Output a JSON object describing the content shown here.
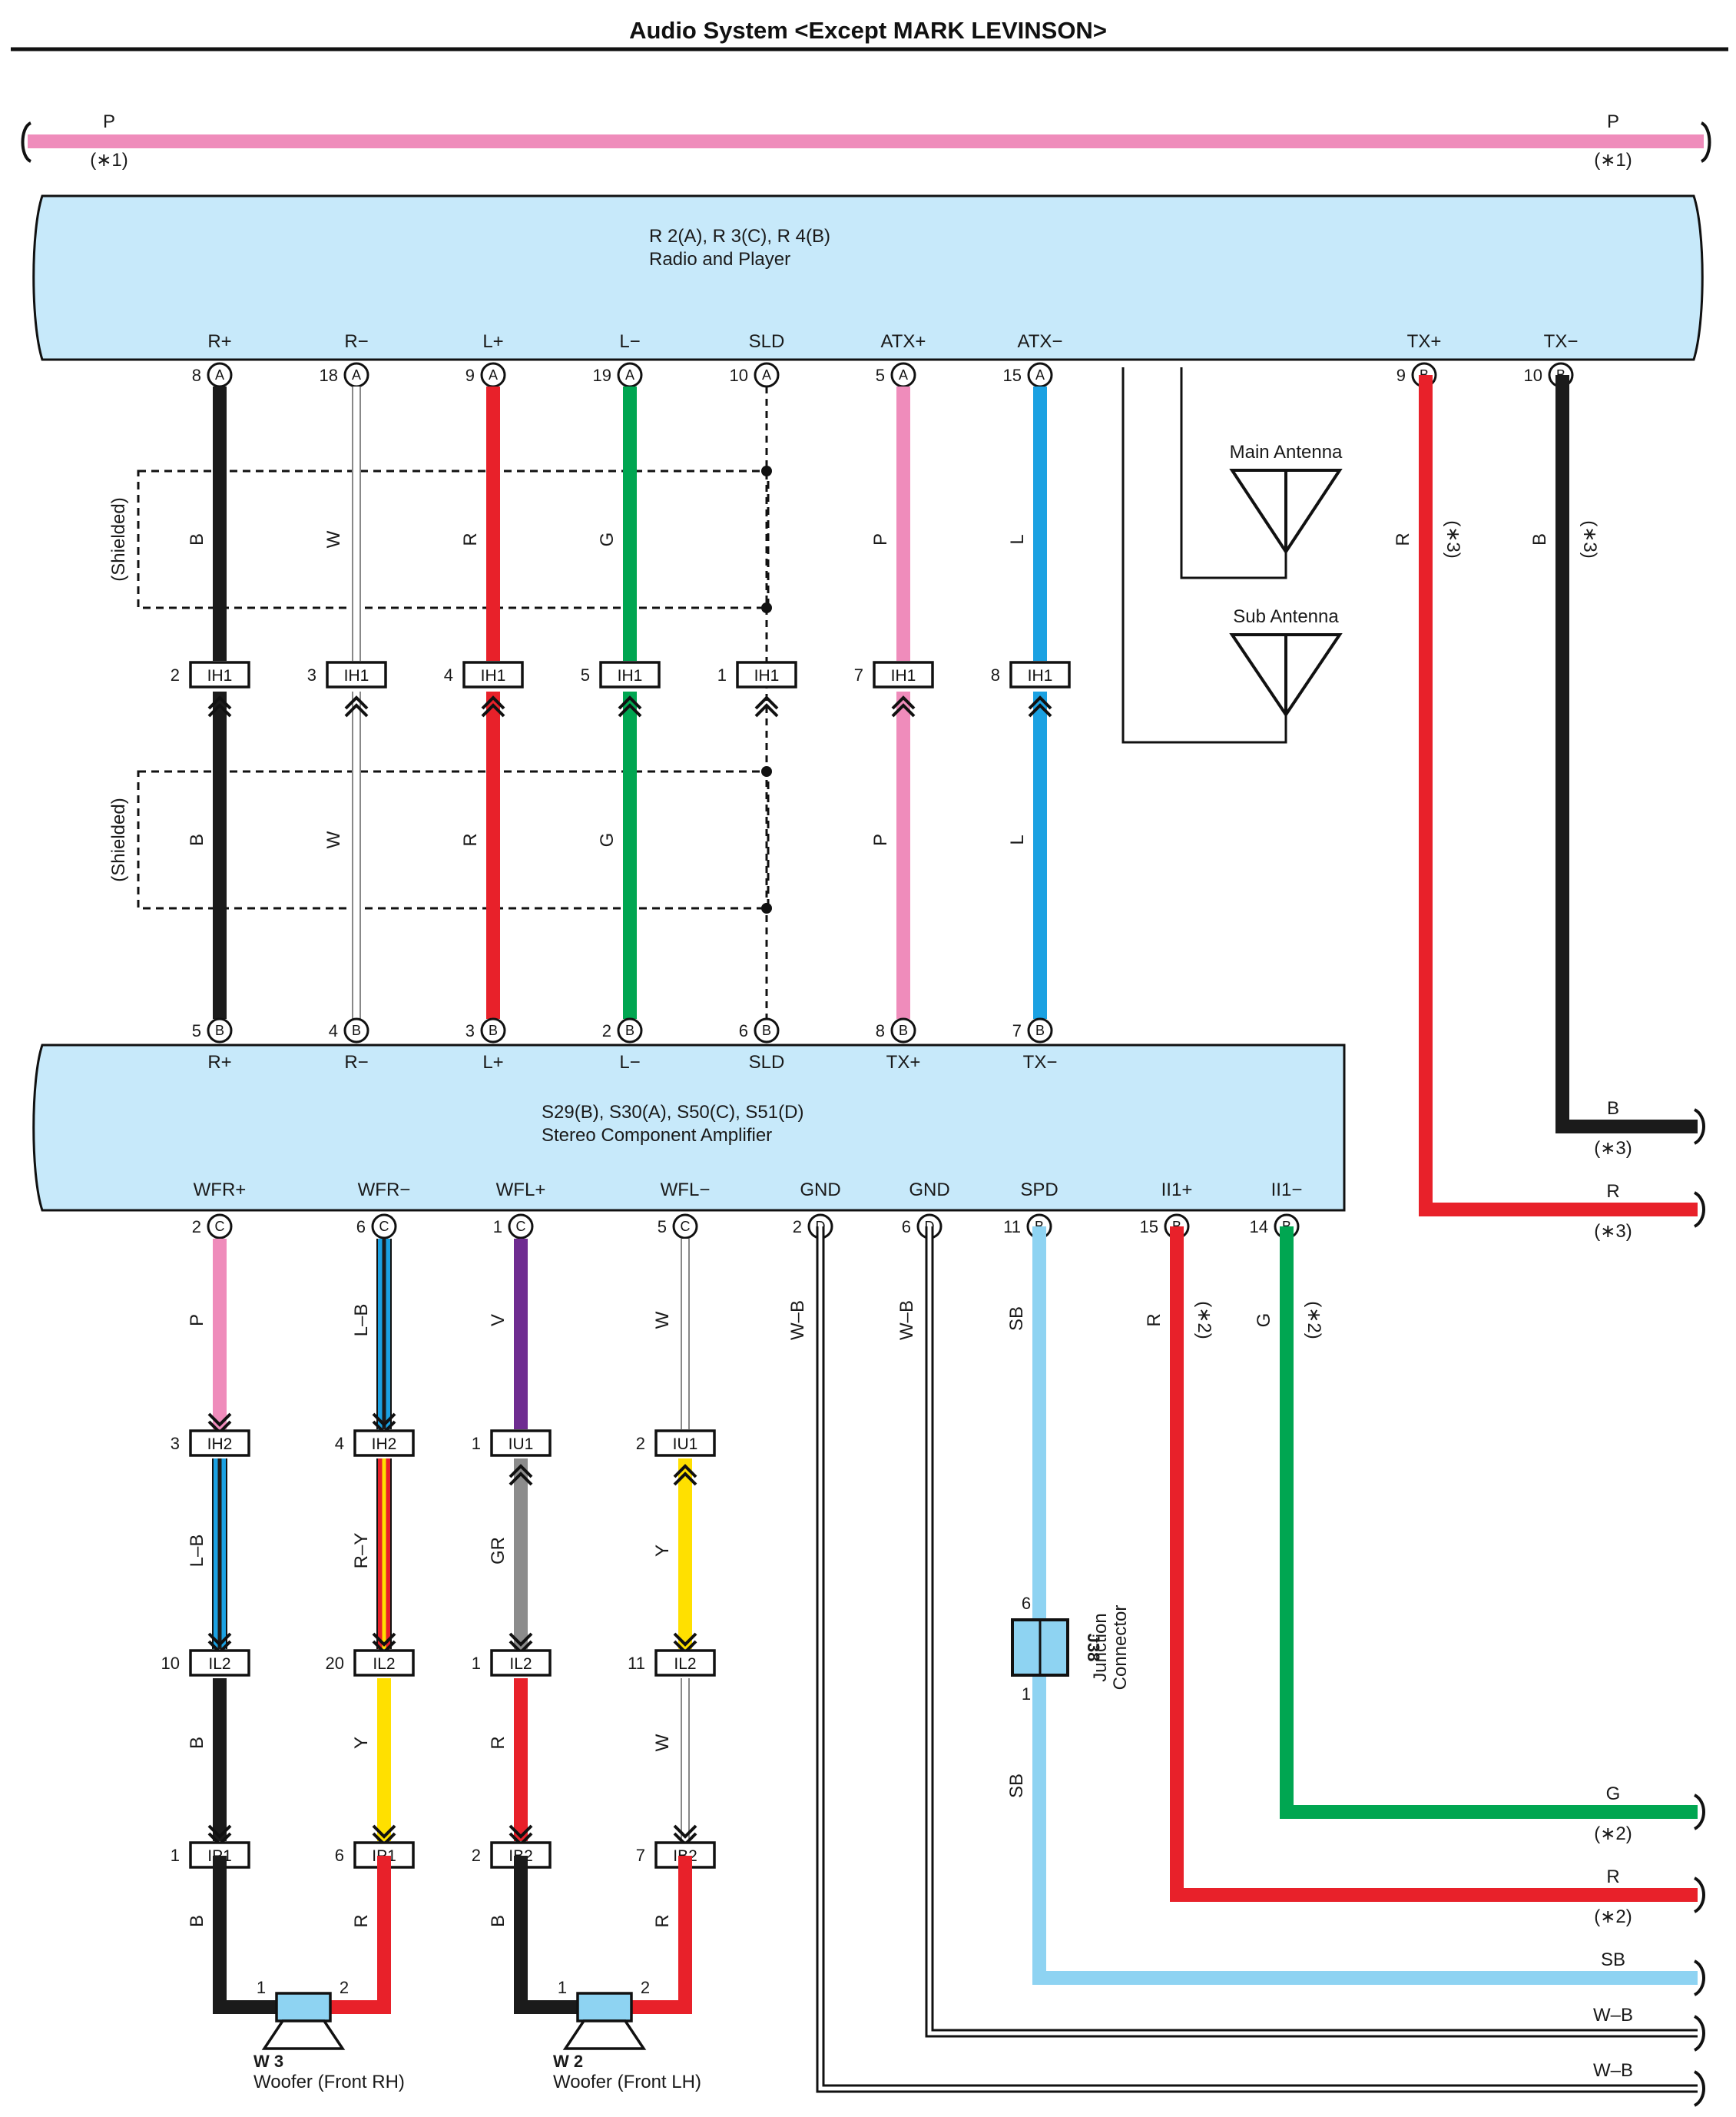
{
  "title": "Audio System <Except MARK LEVINSON>",
  "colors": {
    "P": "#ef8cbb",
    "B": "#1b1b1b",
    "W": "#ffffff",
    "R": "#e8212a",
    "G": "#00a651",
    "L": "#1ba1e2",
    "V": "#6f2c91",
    "Y": "#ffe000",
    "GR": "#8c8c8c",
    "SB": "#8ed3f2",
    "box_fill": "#c7e9fa"
  },
  "top_wire": {
    "left_label": "P",
    "left_note": "(∗1)",
    "right_label": "P",
    "right_note": "(∗1)"
  },
  "radio": {
    "code": "R 2(A), R 3(C), R 4(B)",
    "name": "Radio and Player",
    "terminals": [
      {
        "name": "R+",
        "pin": "8",
        "conn": "A"
      },
      {
        "name": "R−",
        "pin": "18",
        "conn": "A"
      },
      {
        "name": "L+",
        "pin": "9",
        "conn": "A"
      },
      {
        "name": "L−",
        "pin": "19",
        "conn": "A"
      },
      {
        "name": "SLD",
        "pin": "10",
        "conn": "A"
      },
      {
        "name": "ATX+",
        "pin": "5",
        "conn": "A"
      },
      {
        "name": "ATX−",
        "pin": "15",
        "conn": "A"
      },
      {
        "name": "TX+",
        "pin": "9",
        "conn": "B"
      },
      {
        "name": "TX−",
        "pin": "10",
        "conn": "B"
      }
    ]
  },
  "antennas": {
    "main": "Main Antenna",
    "sub": "Sub Antenna"
  },
  "shielded_label": "(Shielded)",
  "ih1": {
    "name": "IH1",
    "pins": [
      "2",
      "3",
      "4",
      "5",
      "1",
      "7",
      "8"
    ],
    "wire_colors": [
      "B",
      "W",
      "R",
      "G",
      "",
      "P",
      "L"
    ]
  },
  "tx_wires": {
    "tx_plus_color": "R",
    "tx_plus_note": "(∗3)",
    "tx_minus_color": "B",
    "tx_minus_note": "(∗3)"
  },
  "amplifier": {
    "code": "S29(B), S30(A), S50(C), S51(D)",
    "name": "Stereo Component Amplifier",
    "top_terminals": [
      {
        "name": "R+",
        "pin": "5",
        "conn": "B"
      },
      {
        "name": "R−",
        "pin": "4",
        "conn": "B"
      },
      {
        "name": "L+",
        "pin": "3",
        "conn": "B"
      },
      {
        "name": "L−",
        "pin": "2",
        "conn": "B"
      },
      {
        "name": "SLD",
        "pin": "6",
        "conn": "B"
      },
      {
        "name": "TX+",
        "pin": "8",
        "conn": "B"
      },
      {
        "name": "TX−",
        "pin": "7",
        "conn": "B"
      }
    ],
    "bottom_terminals": [
      {
        "name": "WFR+",
        "pin": "2",
        "conn": "C"
      },
      {
        "name": "WFR−",
        "pin": "6",
        "conn": "C"
      },
      {
        "name": "WFL+",
        "pin": "1",
        "conn": "C"
      },
      {
        "name": "WFL−",
        "pin": "5",
        "conn": "C"
      },
      {
        "name": "GND",
        "pin": "2",
        "conn": "D"
      },
      {
        "name": "GND",
        "pin": "6",
        "conn": "D"
      },
      {
        "name": "SPD",
        "pin": "11",
        "conn": "B"
      },
      {
        "name": "II1+",
        "pin": "15",
        "conn": "B"
      },
      {
        "name": "II1−",
        "pin": "14",
        "conn": "B"
      }
    ]
  },
  "woofer_chain": [
    {
      "seg1": "P",
      "c1": "IH2",
      "p1": "3",
      "seg2": "L–B",
      "c2": "IL2",
      "p2": "10",
      "seg3": "B",
      "c3": "IP1",
      "p3": "1",
      "seg4": "B"
    },
    {
      "seg1": "L–B",
      "c1": "IH2",
      "p1": "4",
      "seg2": "R–Y",
      "c2": "IL2",
      "p2": "20",
      "seg3": "Y",
      "c3": "IP1",
      "p3": "6",
      "seg4": "R"
    },
    {
      "seg1": "V",
      "c1": "IU1",
      "p1": "1",
      "seg2": "GR",
      "c2": "IL2",
      "p2": "1",
      "seg3": "R",
      "c3": "IB2",
      "p3": "2",
      "seg4": "B"
    },
    {
      "seg1": "W",
      "c1": "IU1",
      "p1": "2",
      "seg2": "Y",
      "c2": "IL2",
      "p2": "11",
      "seg3": "W",
      "c3": "IB2",
      "p3": "7",
      "seg4": "R"
    }
  ],
  "woofers": [
    {
      "code": "W 3",
      "name": "Woofer (Front RH)",
      "pin1": "1",
      "pin2": "2"
    },
    {
      "code": "W 2",
      "name": "Woofer (Front LH)",
      "pin1": "1",
      "pin2": "2"
    }
  ],
  "right_side": {
    "gnd1_color": "W–B",
    "gnd2_color": "W–B",
    "spd_color_top": "SB",
    "spd_color_bottom": "SB",
    "junction": {
      "code": "J38",
      "name1": "Junction",
      "name2": "Connector",
      "pin_top": "6",
      "pin_bottom": "1"
    },
    "ii_plus_color": "R",
    "ii_plus_note": "(∗2)",
    "ii_minus_color": "G",
    "ii_minus_note": "(∗2)"
  },
  "right_exits": [
    {
      "label": "B",
      "note": "(∗3)"
    },
    {
      "label": "R",
      "note": "(∗3)"
    },
    {
      "label": "G",
      "note": "(∗2)"
    },
    {
      "label": "R",
      "note": "(∗2)"
    },
    {
      "label": "SB",
      "note": ""
    },
    {
      "label": "W–B",
      "note": ""
    },
    {
      "label": "W–B",
      "note": ""
    }
  ]
}
